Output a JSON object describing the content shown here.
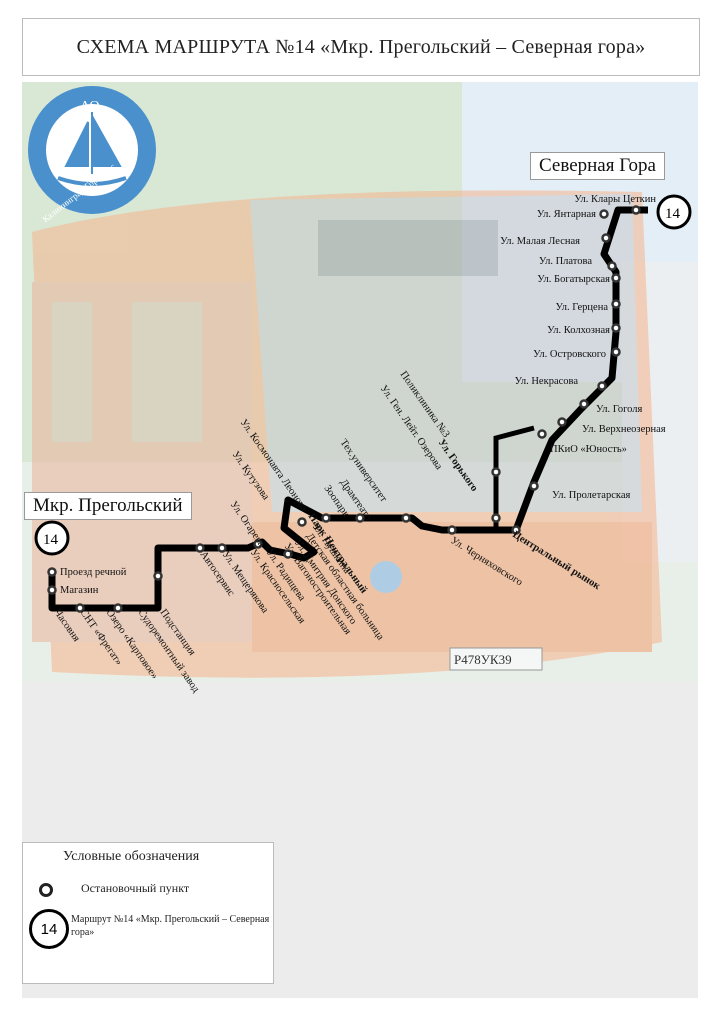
{
  "header": {
    "title": "СХЕМА МАРШРУТА №14 «Мкр. Прегольский – Северная гора»"
  },
  "logo": {
    "top_text": "АО",
    "ring_text": "Калининград-ГорТранс",
    "icon": "sailboat-icon"
  },
  "termini": {
    "north": "Северная Гора",
    "south": "Мкр. Прегольский"
  },
  "route_badge": "14",
  "bus_plate": "Р478УК39",
  "stops_east": [
    "Ул. Клары Цеткин",
    "Ул. Янтарная",
    "Ул. Малая Лесная",
    "Ул. Платова",
    "Ул. Богатырская",
    "Ул. Герцена",
    "Ул. Колхозная",
    "Ул. Островского",
    "Ул. Некрасова",
    "Ул. Гоголя",
    "Ул. Верхнеозерная",
    "ПКиО «Юность»",
    "Ул. Пролетарская"
  ],
  "stops_west": [
    "Проезд речной",
    "Магазин"
  ],
  "stops_angled": [
    "Поликлиника №3",
    "Ул. Ген. Лейт. Озерова",
    "Ул. Горького",
    "Тех.университет",
    "Драмтеатр",
    "Зоопарк",
    "Ул. Космонавта Леонова",
    "Ул. Кутузова",
    "Ул. Огарева",
    "Парк Центральный",
    "Ул. Пушкина",
    "Детская областная больница",
    "Ул. Дмитрия Донского",
    "Ул. Вагоностроительная",
    "Ул. Радищева",
    "Ул. Красносельская",
    "Ул. Мещерякова",
    "Автосервис",
    "Подстанция",
    "Судоремонтный завод",
    "Озеро «Карповое»",
    "СНТ «Фрегат»",
    "Часовня",
    "Ул. Черняховского",
    "Центральный рынок"
  ],
  "legend": {
    "title": "Условные обозначения",
    "stop_label": "Остановочный пункт",
    "badge": "14",
    "route_label": "Маршрут №14 «Мкр. Прегольский – Северная гора»"
  }
}
